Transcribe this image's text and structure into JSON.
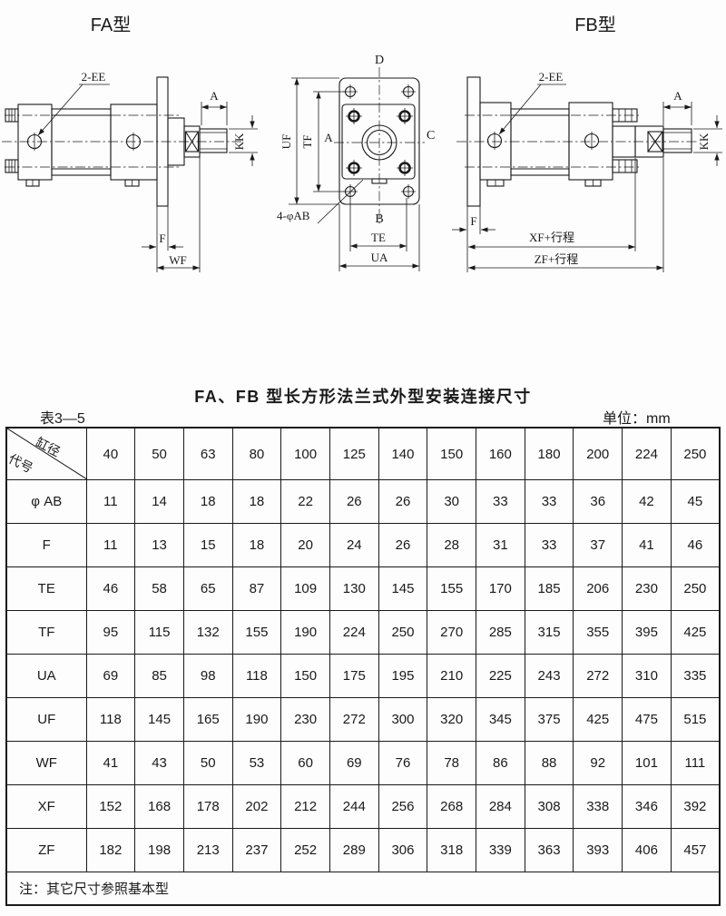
{
  "page": {
    "doc_title": "FA、FB 型长方形法兰式外型安装连接尺寸",
    "table_label": "表3—5",
    "unit_label": "单位：mm",
    "note": "注：其它尺寸参照基本型"
  },
  "drawings": {
    "fa": {
      "title": "FA型",
      "labels": {
        "port": "2-EE",
        "a": "A",
        "kk": "KK",
        "f": "F",
        "wf": "WF"
      }
    },
    "flange_view": {
      "labels": {
        "d": "D",
        "c": "C",
        "b": "B",
        "holes": "4-φAB",
        "uf": "UF",
        "tf": "TF",
        "a": "A",
        "te": "TE",
        "ua": "UA"
      }
    },
    "fb": {
      "title": "FB型",
      "labels": {
        "port": "2-EE",
        "a": "A",
        "kk": "KK",
        "f": "F",
        "xf": "XF+行程",
        "zf": "ZF+行程"
      }
    }
  },
  "table": {
    "corner": {
      "top": "缸径",
      "bottom": "代号"
    },
    "bores": [
      "40",
      "50",
      "63",
      "80",
      "100",
      "125",
      "140",
      "150",
      "160",
      "180",
      "200",
      "224",
      "250"
    ],
    "rows": [
      {
        "label": "φ AB",
        "values": [
          "11",
          "14",
          "18",
          "18",
          "22",
          "26",
          "26",
          "30",
          "33",
          "33",
          "36",
          "42",
          "45"
        ]
      },
      {
        "label": "F",
        "values": [
          "11",
          "13",
          "15",
          "18",
          "20",
          "24",
          "26",
          "28",
          "31",
          "33",
          "37",
          "41",
          "46"
        ]
      },
      {
        "label": "TE",
        "values": [
          "46",
          "58",
          "65",
          "87",
          "109",
          "130",
          "145",
          "155",
          "170",
          "185",
          "206",
          "230",
          "250"
        ]
      },
      {
        "label": "TF",
        "values": [
          "95",
          "115",
          "132",
          "155",
          "190",
          "224",
          "250",
          "270",
          "285",
          "315",
          "355",
          "395",
          "425"
        ]
      },
      {
        "label": "UA",
        "values": [
          "69",
          "85",
          "98",
          "118",
          "150",
          "175",
          "195",
          "210",
          "225",
          "243",
          "272",
          "310",
          "335"
        ]
      },
      {
        "label": "UF",
        "values": [
          "118",
          "145",
          "165",
          "190",
          "230",
          "272",
          "300",
          "320",
          "345",
          "375",
          "425",
          "475",
          "515"
        ]
      },
      {
        "label": "WF",
        "values": [
          "41",
          "43",
          "50",
          "53",
          "60",
          "69",
          "76",
          "78",
          "86",
          "88",
          "92",
          "101",
          "111"
        ]
      },
      {
        "label": "XF",
        "values": [
          "152",
          "168",
          "178",
          "202",
          "212",
          "244",
          "256",
          "268",
          "284",
          "308",
          "338",
          "346",
          "392"
        ]
      },
      {
        "label": "ZF",
        "values": [
          "182",
          "198",
          "213",
          "237",
          "252",
          "289",
          "306",
          "318",
          "339",
          "363",
          "393",
          "406",
          "457"
        ]
      }
    ]
  }
}
